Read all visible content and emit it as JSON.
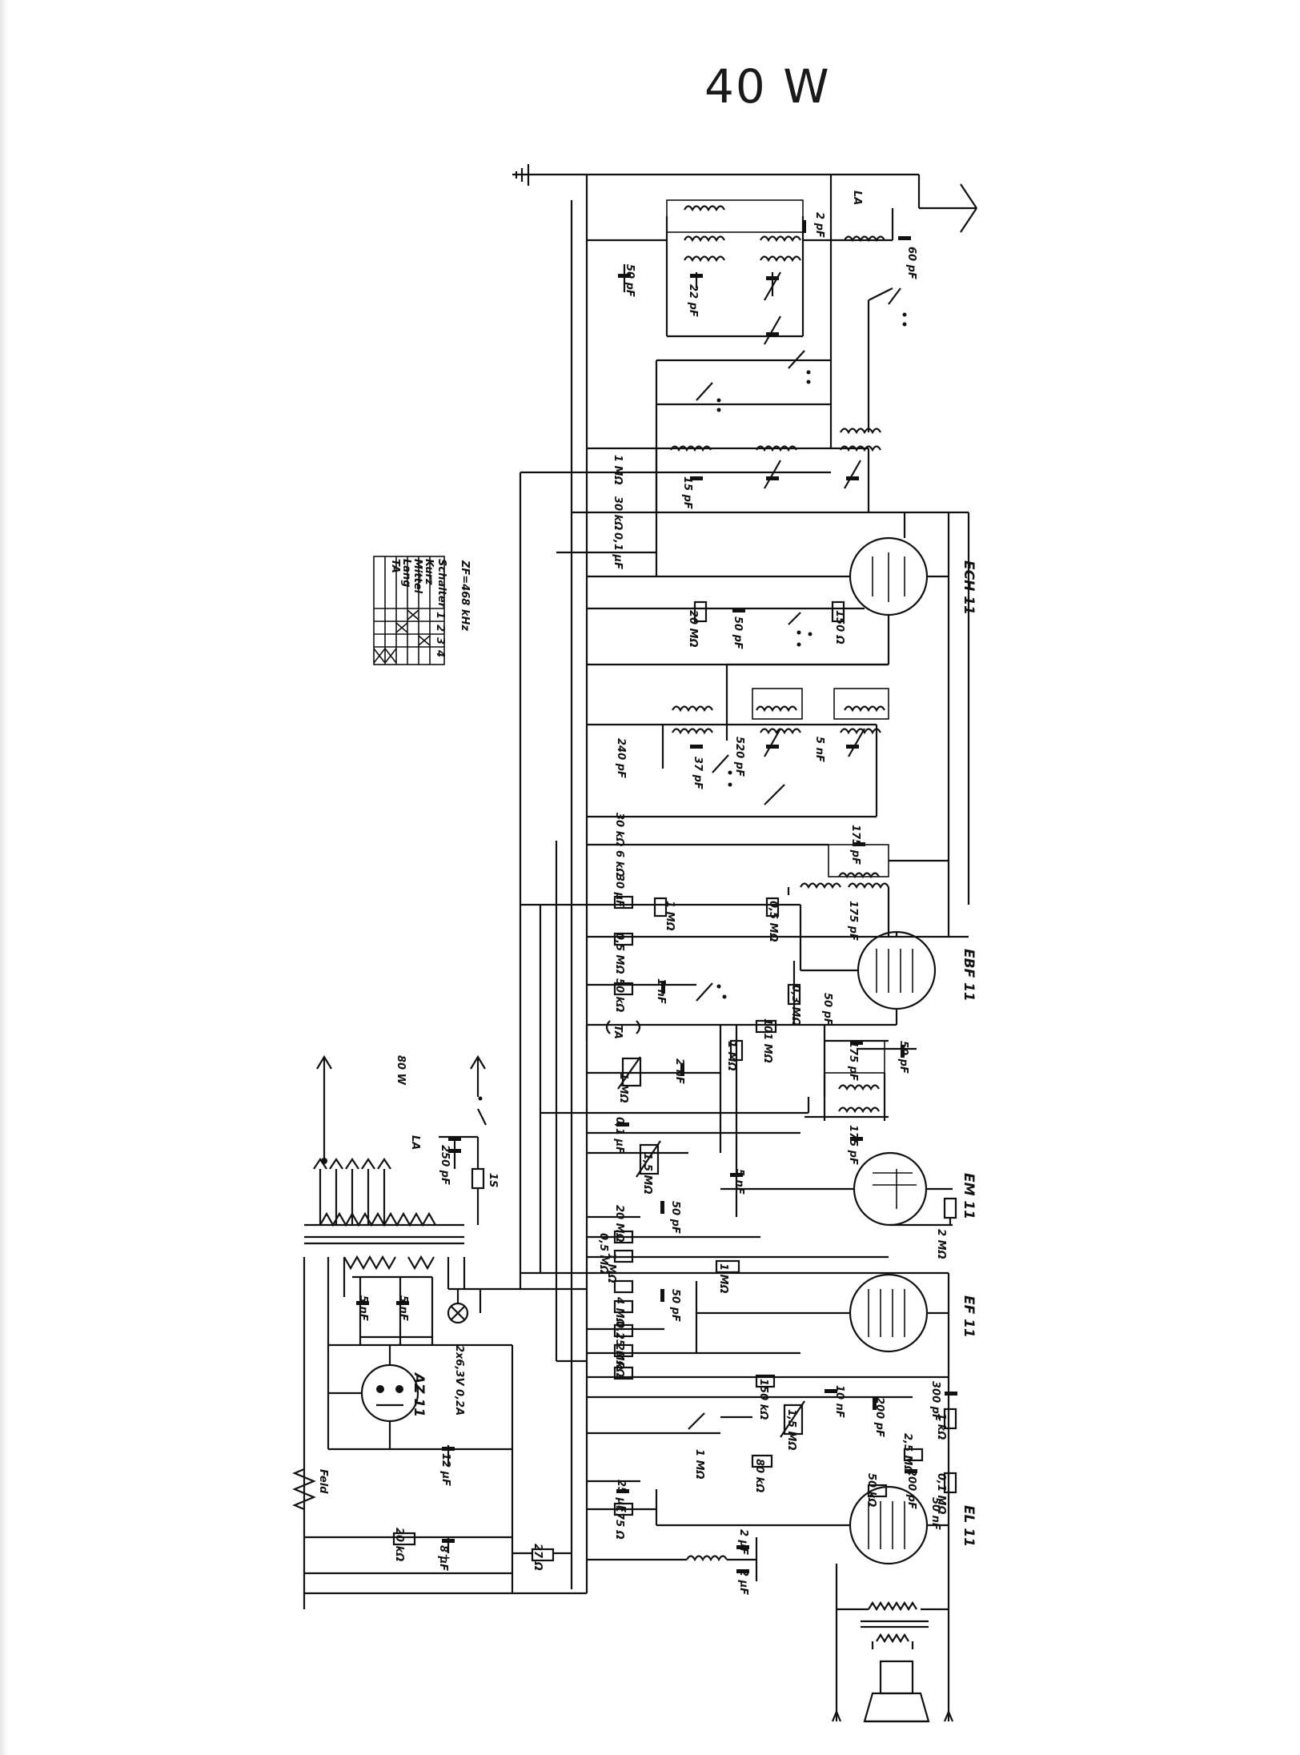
{
  "title": "40 W",
  "tubes": [
    {
      "id": "ech11",
      "label": "ECH 11"
    },
    {
      "id": "ebf11",
      "label": "EBF 11"
    },
    {
      "id": "em11",
      "label": "EM 11"
    },
    {
      "id": "ef11",
      "label": "EF 11"
    },
    {
      "id": "el11",
      "label": "EL 11"
    },
    {
      "id": "az11",
      "label": "AZ 11"
    }
  ],
  "switch_table": {
    "caption": "ZF=468 kHz",
    "header": [
      "Schalter",
      "1",
      "2",
      "3",
      "4"
    ],
    "rows": [
      "Kurz",
      "Mittel",
      "Lang",
      "TA"
    ]
  },
  "labels": {
    "la_top": "LA",
    "la_power": "LA",
    "power_80w": "80 W",
    "fuse": "1S",
    "field": "Feld",
    "heater": "2x6,3V 0,2A",
    "ta": "TA"
  },
  "component_labels": [
    {
      "id": "c50pf",
      "text": "50 pF"
    },
    {
      "id": "c2pf",
      "text": "2 pF"
    },
    {
      "id": "c60pf",
      "text": "60 pF"
    },
    {
      "id": "c22pf",
      "text": "22 pF"
    },
    {
      "id": "r1m",
      "text": "1 MΩ"
    },
    {
      "id": "c15pf",
      "text": "15 pF"
    },
    {
      "id": "r30k",
      "text": "30 kΩ"
    },
    {
      "id": "c01uf",
      "text": "0,1 µF"
    },
    {
      "id": "r20m",
      "text": "20 MΩ"
    },
    {
      "id": "c50pf2",
      "text": "50 pF"
    },
    {
      "id": "r150",
      "text": "150 Ω"
    },
    {
      "id": "c240",
      "text": "240 pF"
    },
    {
      "id": "c37",
      "text": "37 pF"
    },
    {
      "id": "c520",
      "text": "520 pF"
    },
    {
      "id": "c5nf",
      "text": "5 nF"
    },
    {
      "id": "r30k2",
      "text": "30 kΩ"
    },
    {
      "id": "c175",
      "text": "175 pF"
    },
    {
      "id": "r6k",
      "text": "6 kΩ"
    },
    {
      "id": "c30",
      "text": "30 µF"
    },
    {
      "id": "r1m2",
      "text": "1 MΩ"
    },
    {
      "id": "r05m",
      "text": "0,5 MΩ"
    },
    {
      "id": "c175b",
      "text": "175 pF"
    },
    {
      "id": "r05m2",
      "text": "0,5 MΩ"
    },
    {
      "id": "r50k",
      "text": "50 kΩ"
    },
    {
      "id": "c1nf",
      "text": "1 nF"
    },
    {
      "id": "r03m",
      "text": "0,3 MΩ"
    },
    {
      "id": "c50pf3",
      "text": "50 pF"
    },
    {
      "id": "r101",
      "text": "101 MΩ"
    },
    {
      "id": "r1m3",
      "text": "1 MΩ"
    },
    {
      "id": "c2nf",
      "text": "2 nF"
    },
    {
      "id": "r1m4",
      "text": "1 MΩ"
    },
    {
      "id": "c175c",
      "text": "175 pF"
    },
    {
      "id": "c50pf4",
      "text": "50 pF"
    },
    {
      "id": "c01b",
      "text": "0,1 µF"
    },
    {
      "id": "r15m",
      "text": "1,5 MΩ"
    },
    {
      "id": "c5nf2",
      "text": "5 nF"
    },
    {
      "id": "c175d",
      "text": "175 pF"
    },
    {
      "id": "r20m2",
      "text": "20 MΩ"
    },
    {
      "id": "c50pf5",
      "text": "50 pF"
    },
    {
      "id": "r2m",
      "text": "2 MΩ"
    },
    {
      "id": "r05m3",
      "text": "0,5 MΩ"
    },
    {
      "id": "r1m5",
      "text": "1 MΩ"
    },
    {
      "id": "r1m6",
      "text": "1 MΩ"
    },
    {
      "id": "r4m",
      "text": "4 MΩ"
    },
    {
      "id": "c50pf6",
      "text": "50 pF"
    },
    {
      "id": "r025",
      "text": "0,25 MΩ"
    },
    {
      "id": "r20k",
      "text": "20 kΩ"
    },
    {
      "id": "r150k",
      "text": "150 kΩ"
    },
    {
      "id": "c10nf",
      "text": "10 nF"
    },
    {
      "id": "c200",
      "text": "200 pF"
    },
    {
      "id": "c300",
      "text": "300 pF"
    },
    {
      "id": "r15m2",
      "text": "1,5 MΩ"
    },
    {
      "id": "r1m7",
      "text": "1 MΩ"
    },
    {
      "id": "r1k",
      "text": "1 kΩ"
    },
    {
      "id": "r25",
      "text": "2,5 MΩ"
    },
    {
      "id": "r80",
      "text": "80 kΩ"
    },
    {
      "id": "c200b",
      "text": "200 pF"
    },
    {
      "id": "r50k2",
      "text": "50 kΩ"
    },
    {
      "id": "r01m",
      "text": "0,1 MΩ"
    },
    {
      "id": "c50nf",
      "text": "50 nF"
    },
    {
      "id": "c25",
      "text": "25 µF"
    },
    {
      "id": "r175",
      "text": "175 Ω"
    },
    {
      "id": "c2uf",
      "text": "2 µF"
    },
    {
      "id": "c2uf2",
      "text": "2 µF"
    },
    {
      "id": "r27",
      "text": "27 Ω"
    },
    {
      "id": "c8",
      "text": "8 µF"
    },
    {
      "id": "r20k2",
      "text": "20 kΩ"
    },
    {
      "id": "c12",
      "text": "12 µF"
    },
    {
      "id": "c250",
      "text": "250 pF"
    },
    {
      "id": "c5nfa",
      "text": "5 nF"
    },
    {
      "id": "c5nfb",
      "text": "5 nF"
    }
  ]
}
